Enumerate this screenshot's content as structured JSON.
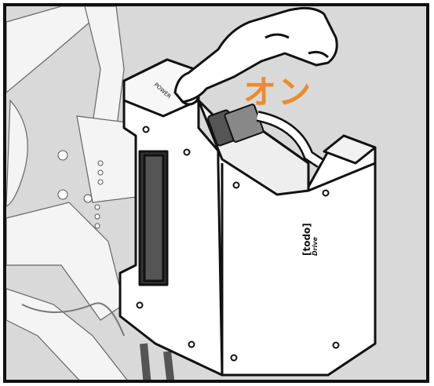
{
  "instruction_label": "オン",
  "device": {
    "power_label": "POWER",
    "brand_main": "[todo]",
    "brand_sub": "Drive"
  },
  "colors": {
    "background": "#d9d9d9",
    "outline": "#111111",
    "accent": "#ee8a2a",
    "device_fill": "#ffffff"
  }
}
